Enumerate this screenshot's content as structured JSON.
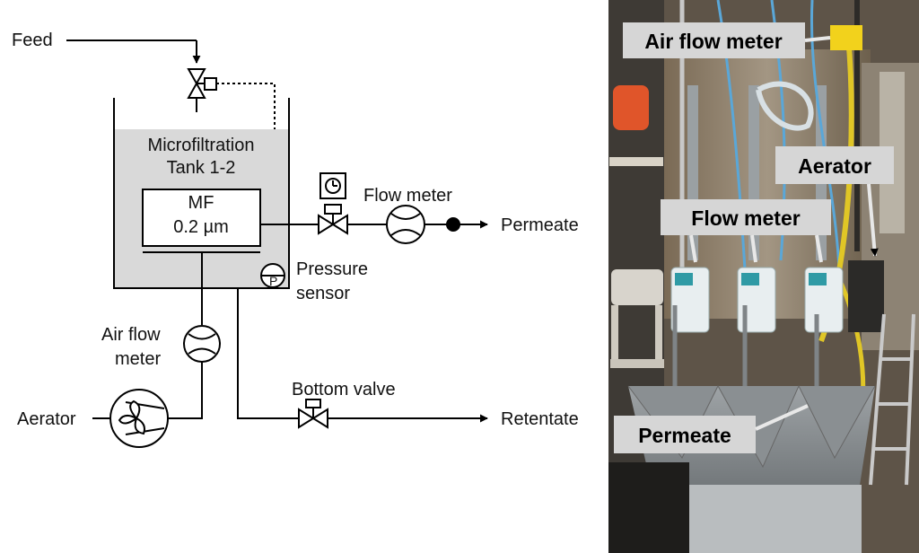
{
  "schematic": {
    "feed": "Feed",
    "tank_title_1": "Microfiltration",
    "tank_title_2": "Tank 1-2",
    "mf_1": "MF",
    "mf_2": "0.2 µm",
    "flow_meter": "Flow meter",
    "permeate": "Permeate",
    "pressure_1": "Pressure",
    "pressure_2": "sensor",
    "pressure_symbol": "P",
    "air_flow_1": "Air flow",
    "air_flow_2": "meter",
    "aerator": "Aerator",
    "bottom_valve": "Bottom valve",
    "retentate": "Retentate"
  },
  "photo": {
    "labels": {
      "air_flow_meter": "Air flow meter",
      "aerator": "Aerator",
      "flow_meter": "Flow meter",
      "permeate": "Permeate"
    }
  }
}
